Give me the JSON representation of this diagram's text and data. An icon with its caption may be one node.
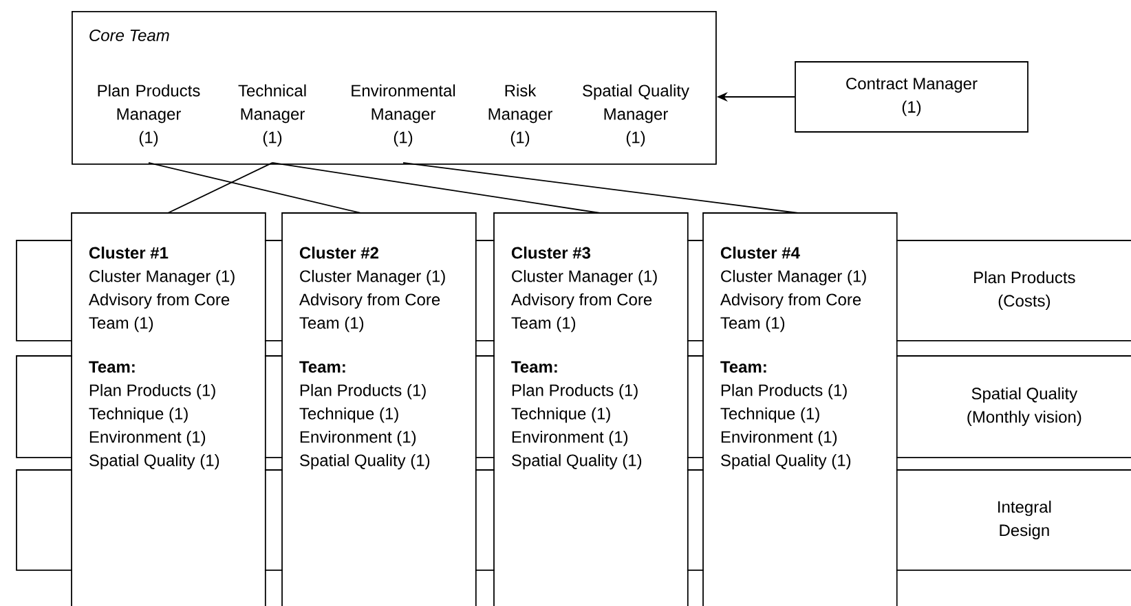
{
  "diagram": {
    "nodes": [
      {
        "text": [
          "Core Team"
        ]
      },
      {
        "text": [
          "Plan Products Manager",
          "(1)"
        ],
        "in": 0
      },
      {
        "text": [
          "Technical Manager",
          "(1)"
        ],
        "in": 0
      },
      {
        "text": [
          "Environmental Manager",
          "(1)"
        ],
        "in": 0
      },
      {
        "text": [
          "Risk Manager",
          "(1)"
        ],
        "in": 0
      },
      {
        "text": [
          "Spatial Quality Manager",
          "(1)"
        ],
        "in": 0
      },
      {
        "text": [
          "Contract Manager",
          "(1)"
        ]
      },
      {
        "text": [
          "Cluster #1",
          "Cluster Manager (1)",
          "Advisory from Core Team (1)",
          "Team:",
          "Plan Products (1)",
          "Technique (1)",
          "Environment (1)",
          "Spatial Quality (1)"
        ]
      },
      {
        "text": [
          "Cluster #2",
          "Cluster Manager (1)",
          "Advisory from Core Team (1)",
          "Team:",
          "Plan Products (1)",
          "Technique (1)",
          "Environment (1)",
          "Spatial Quality (1)"
        ]
      },
      {
        "text": [
          "Cluster #3",
          "Cluster Manager (1)",
          "Advisory from Core Team (1)",
          "Team:",
          "Plan Products (1)",
          "Technique (1)",
          "Environment (1)",
          "Spatial Quality (1)"
        ]
      },
      {
        "text": [
          "Cluster #4",
          "Cluster Manager (1)",
          "Advisory from Core Team (1)",
          "Team:",
          "Plan Products (1)",
          "Technique (1)",
          "Environment (1)",
          "Spatial Quality (1)"
        ]
      },
      {
        "text": [
          "Plan Products (Costs)"
        ]
      },
      {
        "text": [
          "Spatial Quality (Monthly vision)"
        ]
      },
      {
        "text": [
          "Integral Design"
        ]
      }
    ],
    "edges": [
      {
        "from": 6,
        "to": 0,
        "arrow": "to"
      },
      {
        "from": 1,
        "to": 8,
        "arrow": "none"
      },
      {
        "from": 2,
        "to": 7,
        "arrow": "none"
      },
      {
        "from": 2,
        "to": 9,
        "arrow": "none"
      },
      {
        "from": 3,
        "to": 10,
        "arrow": "none"
      }
    ]
  }
}
